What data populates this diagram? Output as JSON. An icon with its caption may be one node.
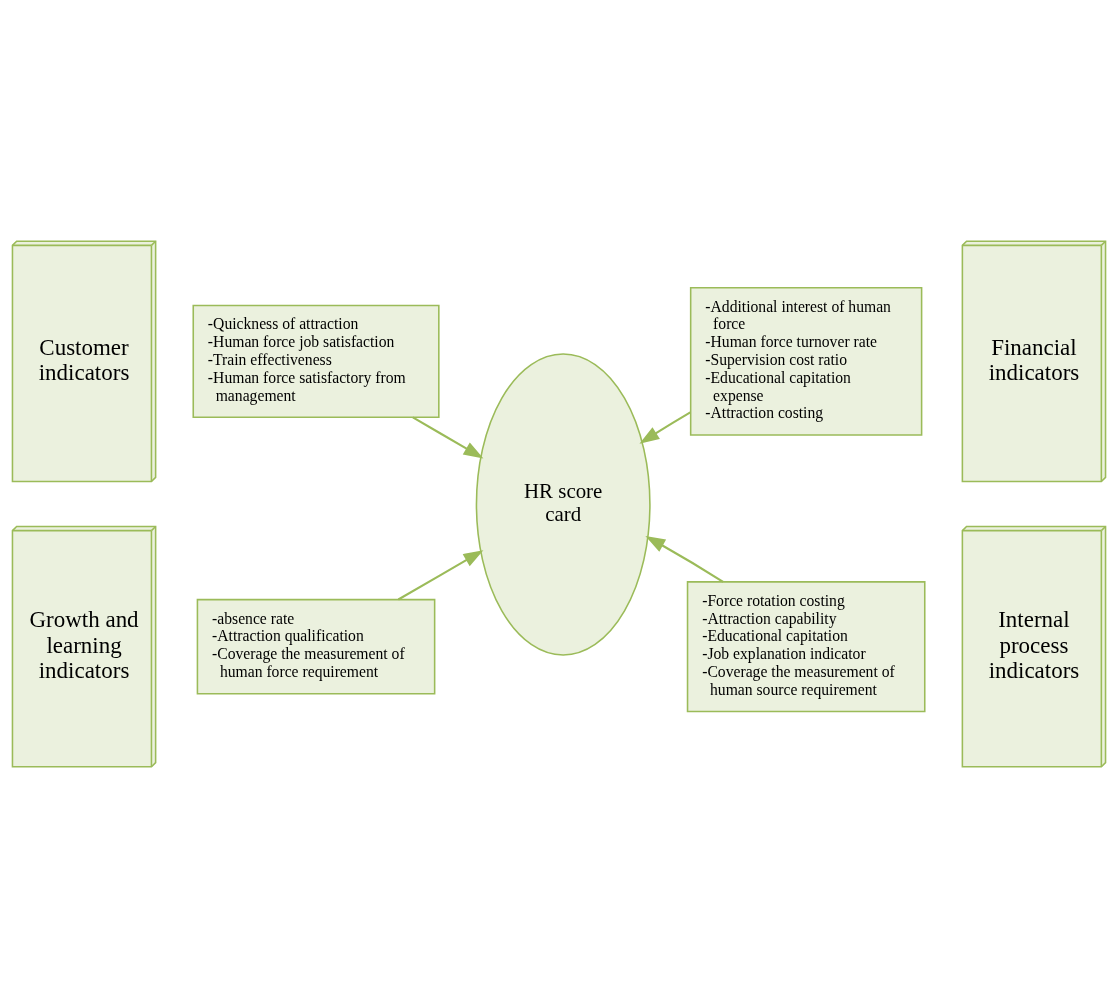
{
  "diagram": {
    "nodes": [
      {
        "text": [
          "HR scorecard"
        ]
      },
      {
        "text": [
          "Customer indicators"
        ]
      },
      {
        "text": [
          "-Quickness of attraction",
          "-Human force job satisfaction",
          "-Train effectiveness",
          "-Human force satisfactory from management"
        ]
      },
      {
        "text": [
          "Financial indicators"
        ]
      },
      {
        "text": [
          "-Additional interest of human force",
          "-Human force turnover rate",
          "-Supervision cost ratio",
          "-Educational capitation expense",
          "-Attraction costing"
        ]
      },
      {
        "text": [
          "Growth and learning indicators"
        ]
      },
      {
        "text": [
          "-absence rate",
          "-Attraction qualification",
          "-Coverage the measurement of human force requirement"
        ]
      },
      {
        "text": [
          "Internal process indicators"
        ]
      },
      {
        "text": [
          "-Force rotation costing",
          "-Attraction capability",
          "-Educational capitation",
          "-Job explanation indicator",
          "-Coverage the measurement of human source requirement"
        ]
      }
    ],
    "edges": [
      {
        "from": 2,
        "to": 0,
        "arrow": "to"
      },
      {
        "from": 4,
        "to": 0,
        "arrow": "to"
      },
      {
        "from": 6,
        "to": 0,
        "arrow": "to"
      },
      {
        "from": 8,
        "to": 0,
        "arrow": "to"
      }
    ]
  }
}
